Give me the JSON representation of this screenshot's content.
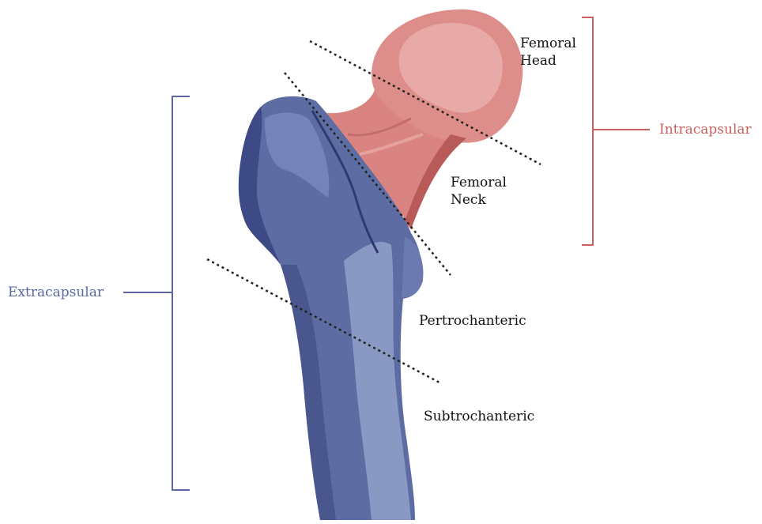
{
  "labels": {
    "femoral_head": [
      "Femoral",
      "Head"
    ],
    "femoral_neck": [
      "Femoral",
      "Neck"
    ],
    "pertrochanteric": "Pertrochanteric",
    "subtrochanteric": "Subtrochanteric",
    "intracapsular": "Intracapsular",
    "extracapsular": "Extracapsular"
  },
  "colors": {
    "intracapsular": "#c9605f",
    "extracapsular": "#5a67a3",
    "bone_blue": "#5d6da3",
    "bone_blue_dark": "#3d4a85",
    "bone_blue_light": "#8a99c4",
    "bone_red": "#d98480",
    "bone_red_light": "#e8aaa6",
    "bone_red_dark": "#b85a57"
  }
}
